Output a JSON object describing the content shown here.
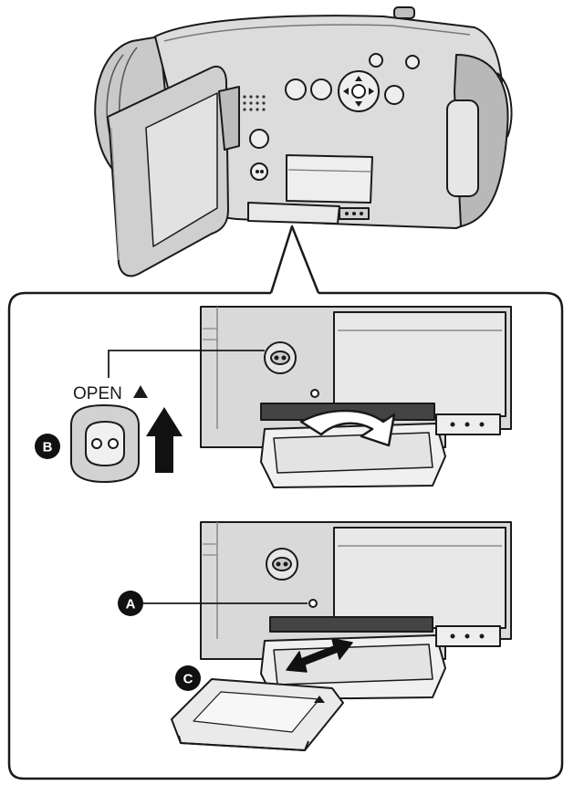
{
  "labels": {
    "open": "OPEN",
    "callout_a": "A",
    "callout_b": "B",
    "callout_c": "C"
  },
  "colors": {
    "line": "#1a1a1a",
    "body_light": "#dcdcdc",
    "body_mid": "#b8b8b8",
    "body_dark": "#7a7a7a",
    "panel_bg": "#ffffff",
    "callout_fill": "#111111"
  },
  "icons": {
    "open_arrow": "up-triangle-icon",
    "push_arrow": "up-arrow-icon",
    "tray_arrow": "curved-arrow-down-icon",
    "insert_arrow": "double-arrow-icon"
  }
}
